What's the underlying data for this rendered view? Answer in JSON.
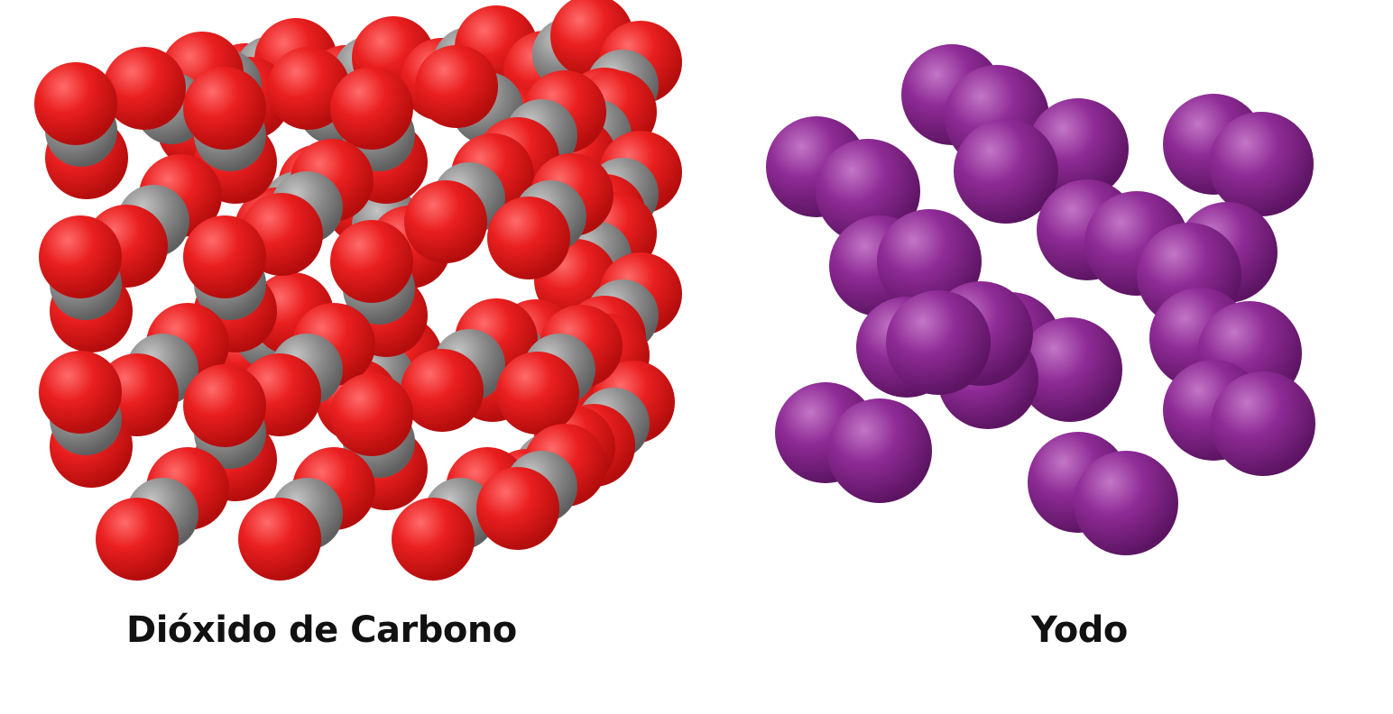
{
  "labels": {
    "co2": "Dióxido de Carbono",
    "iodine": "Yodo"
  },
  "molecules": {
    "co2": {
      "formula": "CO2",
      "atom_colors": {
        "oxygen": "#e81c1c",
        "carbon": "#8a8a8a"
      },
      "arrangement": "cubic lattice"
    },
    "iodine": {
      "formula": "I2",
      "atom_colors": {
        "iodine": "#8e2a95"
      },
      "arrangement": "molecular solid"
    }
  }
}
